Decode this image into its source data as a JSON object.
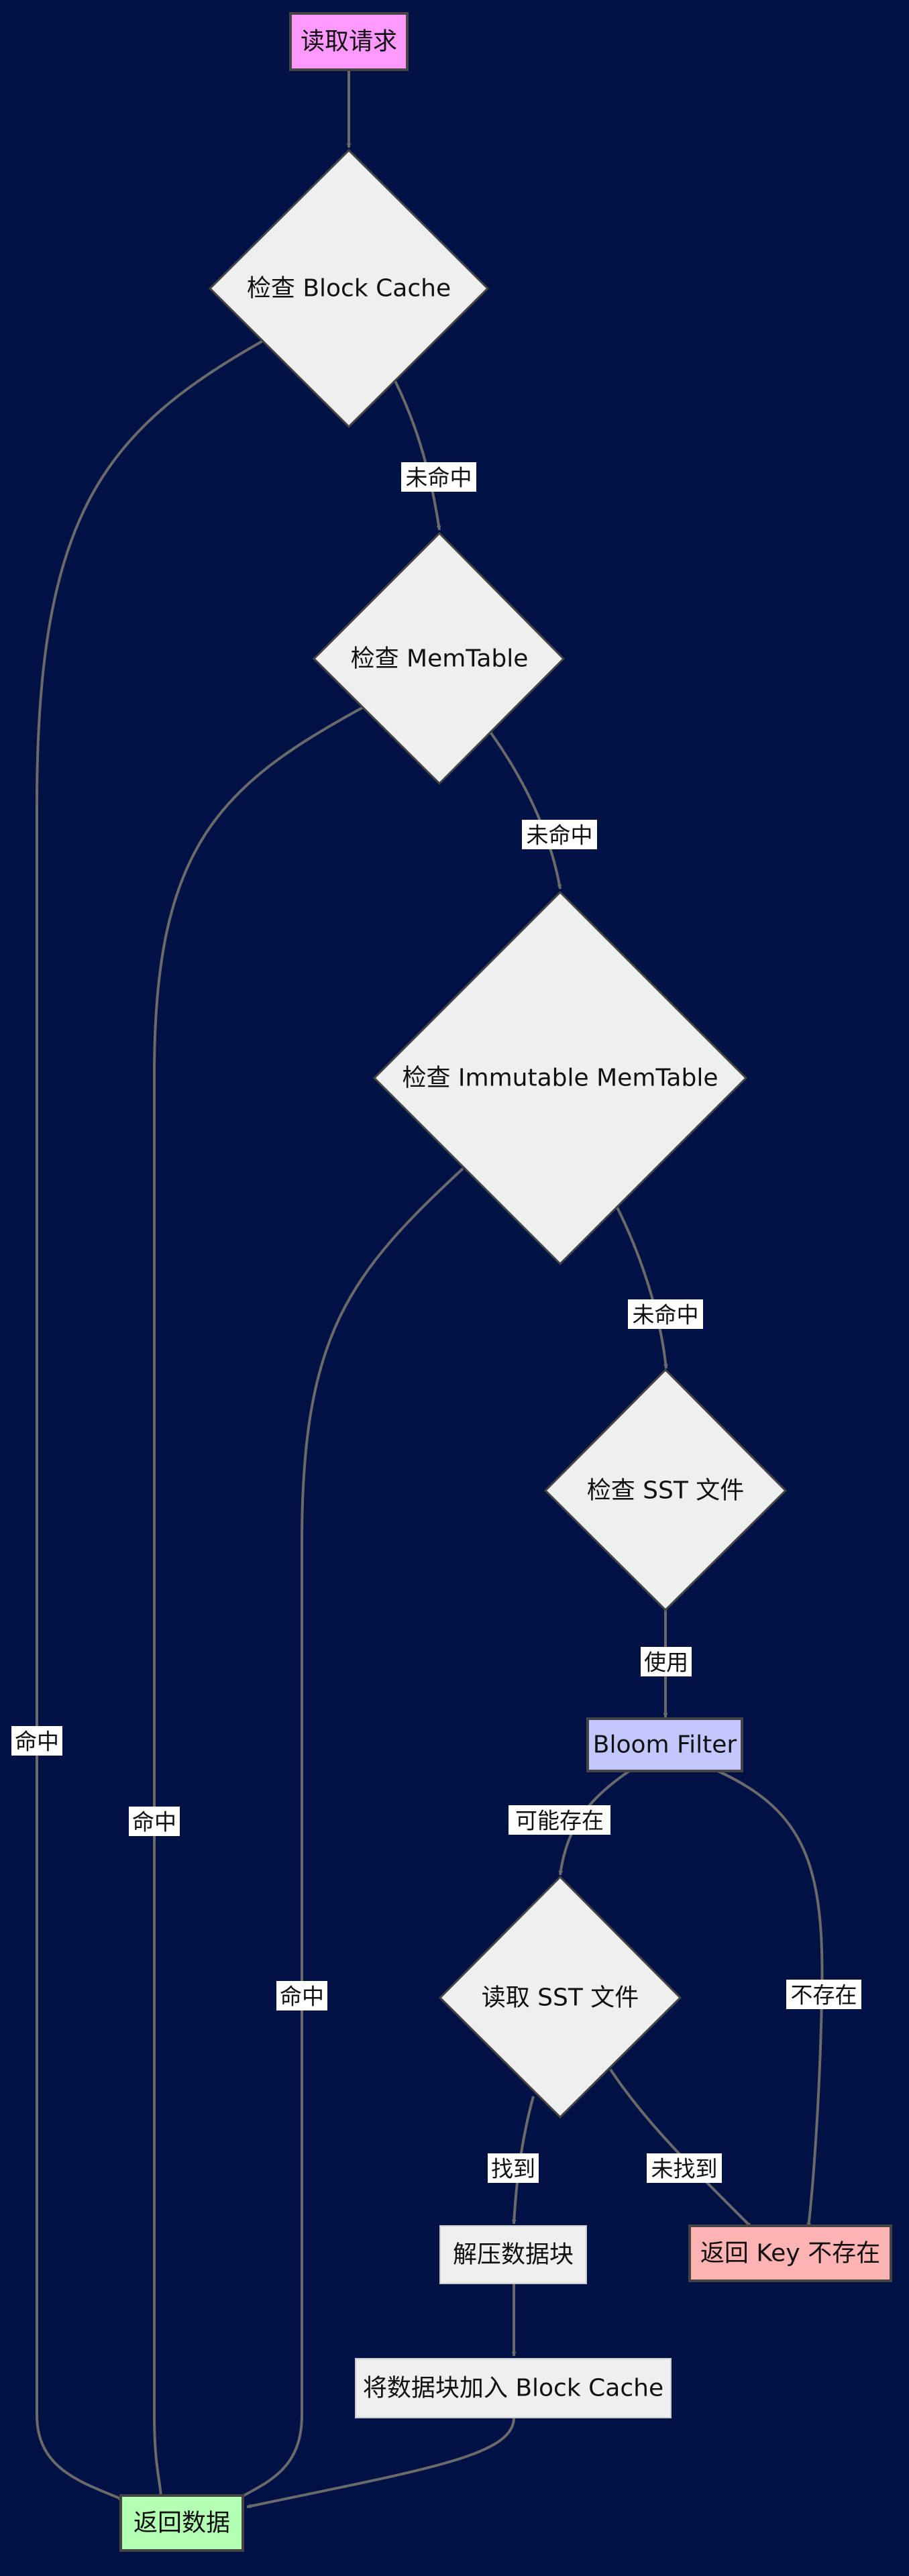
{
  "colors": {
    "background": "#001145",
    "edge": "#6a6a6a",
    "decision_fill": "#efefef",
    "process_fill": "#efefef",
    "start_fill": "#ff99ff",
    "bloom_fill": "#c4c6ff",
    "not_found_fill": "#ffb3b3",
    "return_fill": "#b3ffb3"
  },
  "nodes": {
    "read_request": "读取请求",
    "check_block_cache": "检查 Block Cache",
    "check_memtable": "检查 MemTable",
    "check_immutable": "检查 Immutable MemTable",
    "check_sst": "检查 SST 文件",
    "bloom_filter": "Bloom Filter",
    "read_sst": "读取 SST 文件",
    "decompress": "解压数据块",
    "add_block_cache": "将数据块加入 Block Cache",
    "key_not_exist": "返回 Key 不存在",
    "return_data": "返回数据"
  },
  "edge_labels": {
    "bc_miss": "未命中",
    "mem_miss": "未命中",
    "imm_miss": "未命中",
    "use": "使用",
    "maybe_exists": "可能存在",
    "not_exists": "不存在",
    "found": "找到",
    "not_found": "未找到",
    "bc_hit": "命中",
    "mem_hit": "命中",
    "imm_hit": "命中"
  }
}
